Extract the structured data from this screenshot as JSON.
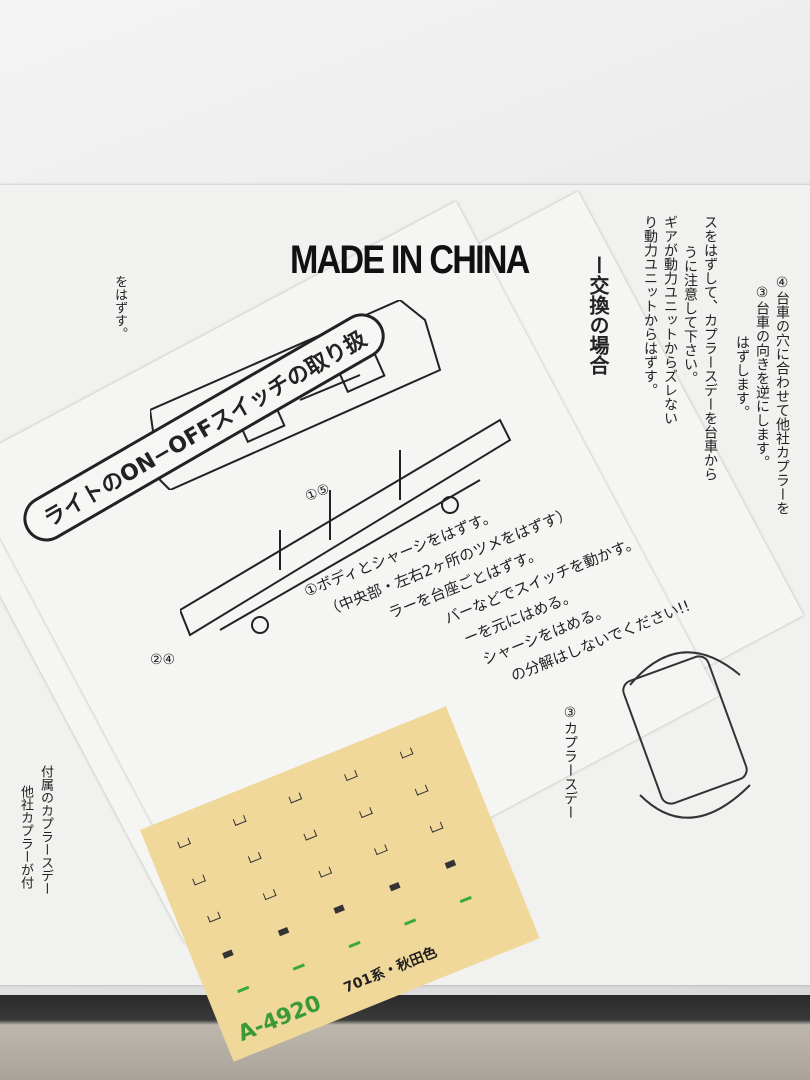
{
  "sheet_back": {
    "made_in": "MADE IN CHINA",
    "side_heading": "ー交換の場合",
    "side_lines": [
      "り動力ユニットからはずす。",
      "ギアが動力ユニットからズレない",
      "うに注意して下さい。",
      "スをはずして、カプラースデーを台車から",
      "はずします。",
      "③台車の向きを逆にします。",
      "④台車の穴に合わせて他社カプラーを"
    ],
    "left_top": "をはずす。",
    "left_bottom": [
      "付属のカプラースデー",
      "他社カプラーが付"
    ],
    "coupler_label": "③カプラースデー"
  },
  "sheet_front": {
    "title": "ライトのON−OFFスイッチの取り扱",
    "callouts": [
      "①⑤",
      "②④"
    ],
    "steps": [
      "①ボディとシャーシをはずす。",
      "（中央部・左右2ヶ所のツメをはずす）",
      "ラーを台座ごとはずす。",
      "バーなどでスイッチを動かす。",
      "ーを元にはめる。",
      "シャーシをはめる。",
      "の分解はしないでください!!"
    ]
  },
  "decal": {
    "code": "A-4920",
    "name": "701系・秋田色",
    "color": "#f0d89a",
    "accent": "#3aaa3a"
  }
}
